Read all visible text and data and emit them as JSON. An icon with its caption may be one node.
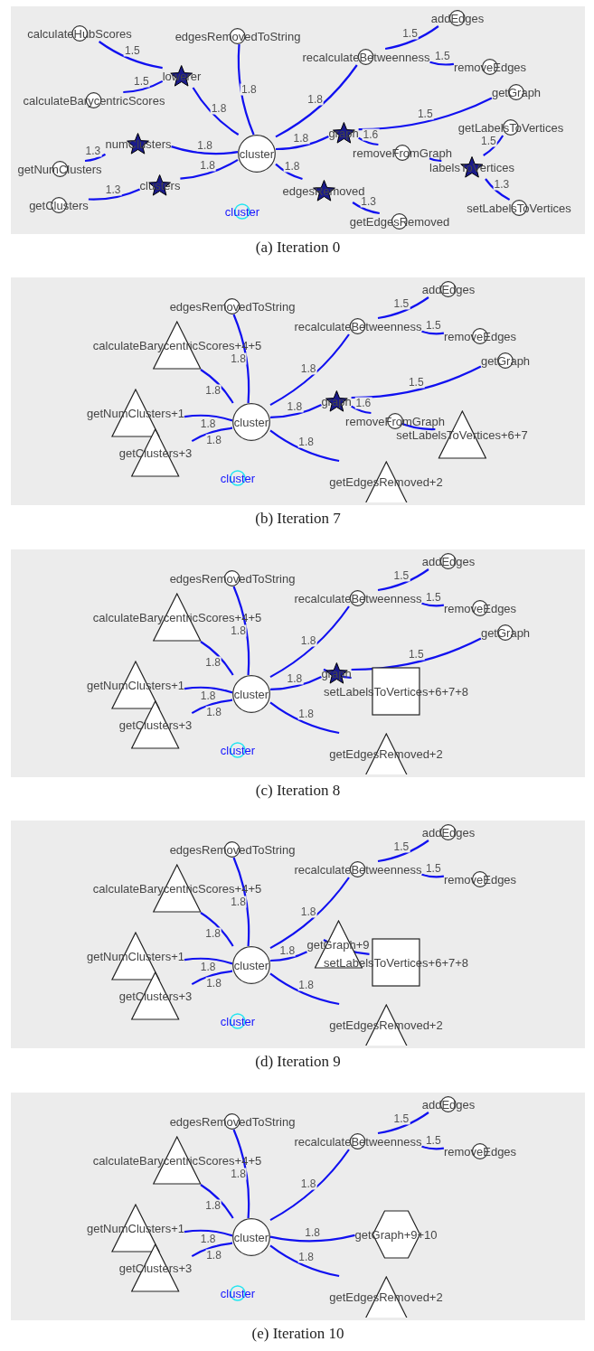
{
  "diagram": {
    "nodes": [
      {
        "text": [],
        "shape": "box",
        "beside": [
          "(a) Iteration 0"
        ]
      },
      {
        "text": [
          "calculateHubScores"
        ],
        "in": 0
      },
      {
        "text": [
          "edgesRemovedToString"
        ],
        "in": 0
      },
      {
        "text": [
          "lowerer"
        ],
        "in": 0
      },
      {
        "text": [
          "calculateBarycentricScores"
        ],
        "in": 0
      },
      {
        "text": [
          "numClusters"
        ],
        "in": 0
      },
      {
        "text": [
          "getNumClusters"
        ],
        "in": 0
      },
      {
        "text": [
          "clusters"
        ],
        "in": 0
      },
      {
        "text": [
          "getClusters"
        ],
        "in": 0
      },
      {
        "text": [
          "cluster"
        ],
        "in": 0
      },
      {
        "text": [
          "cluster"
        ],
        "in": 0
      },
      {
        "text": [
          "addEdges"
        ],
        "in": 0
      },
      {
        "text": [
          "recalculateBetweenness"
        ],
        "in": 0
      },
      {
        "text": [
          "removeEdges"
        ],
        "in": 0
      },
      {
        "text": [
          "getGraph"
        ],
        "in": 0
      },
      {
        "text": [
          "graph"
        ],
        "in": 0
      },
      {
        "text": [
          "getLabelsToVertices"
        ],
        "in": 0
      },
      {
        "text": [
          "removeFromGraph"
        ],
        "in": 0
      },
      {
        "text": [
          "labelsToVertices"
        ],
        "in": 0
      },
      {
        "text": [
          "edgesRemoved"
        ],
        "in": 0
      },
      {
        "text": [
          "setLabelsToVertices"
        ],
        "in": 0
      },
      {
        "text": [
          "getEdgesRemoved"
        ],
        "in": 0
      },
      {
        "text": [],
        "shape": "box",
        "beside": [
          "(b) Iteration 7"
        ]
      },
      {
        "text": [
          "edgesRemovedToString"
        ],
        "in": 22
      },
      {
        "text": [
          "addEdges"
        ],
        "in": 22
      },
      {
        "text": [
          "recalculateBetweenness"
        ],
        "in": 22
      },
      {
        "text": [
          "calculateBarycentricScores+4+5"
        ],
        "in": 22
      },
      {
        "text": [
          "removeEdges"
        ],
        "in": 22
      },
      {
        "text": [
          "getGraph"
        ],
        "in": 22
      },
      {
        "text": [
          "graph"
        ],
        "in": 22
      },
      {
        "text": [
          "getNumClusters+1"
        ],
        "in": 22
      },
      {
        "text": [
          "cluster"
        ],
        "in": 22
      },
      {
        "text": [
          "removeFromGraph"
        ],
        "in": 22
      },
      {
        "text": [
          "setLabelsToVertices+6+7"
        ],
        "in": 22
      },
      {
        "text": [
          "getClusters+3"
        ],
        "in": 22
      },
      {
        "text": [
          "cluster"
        ],
        "in": 22
      },
      {
        "text": [
          "getEdgesRemoved+2"
        ],
        "in": 22
      },
      {
        "text": [],
        "shape": "box",
        "beside": [
          "(c) Iteration 8"
        ]
      },
      {
        "text": [
          "edgesRemovedToString"
        ],
        "in": 37
      },
      {
        "text": [
          "addEdges"
        ],
        "in": 37
      },
      {
        "text": [
          "recalculateBetweenness"
        ],
        "in": 37
      },
      {
        "text": [
          "calculateBarycentricScores+4+5"
        ],
        "in": 37
      },
      {
        "text": [
          "removeEdges"
        ],
        "in": 37
      },
      {
        "text": [
          "getGraph"
        ],
        "in": 37
      },
      {
        "text": [
          "graph"
        ],
        "in": 37
      },
      {
        "text": [
          "getNumClusters+1"
        ],
        "in": 37
      },
      {
        "text": [
          "cluster"
        ],
        "in": 37
      },
      {
        "text": [
          "setLabelsToVertices+6+7+8"
        ],
        "in": 37
      },
      {
        "text": [
          "getClusters+3"
        ],
        "in": 37
      },
      {
        "text": [
          "cluster"
        ],
        "in": 37
      },
      {
        "text": [
          "getEdgesRemoved+2"
        ],
        "in": 37
      },
      {
        "text": [],
        "shape": "box",
        "beside": [
          "(d) Iteration 9"
        ]
      },
      {
        "text": [
          "edgesRemovedToString"
        ],
        "in": 51
      },
      {
        "text": [
          "addEdges"
        ],
        "in": 51
      },
      {
        "text": [
          "recalculateBetweenness"
        ],
        "in": 51
      },
      {
        "text": [
          "calculateBarycentricScores+4+5"
        ],
        "in": 51
      },
      {
        "text": [
          "removeEdges"
        ],
        "in": 51
      },
      {
        "text": [
          "getGraph+9"
        ],
        "in": 51
      },
      {
        "text": [
          "getNumClusters+1"
        ],
        "in": 51
      },
      {
        "text": [
          "cluster"
        ],
        "in": 51
      },
      {
        "text": [
          "setLabelsToVertices+6+7+8"
        ],
        "in": 51
      },
      {
        "text": [
          "getClusters+3"
        ],
        "in": 51
      },
      {
        "text": [
          "cluster"
        ],
        "in": 51
      },
      {
        "text": [
          "getEdgesRemoved+2"
        ],
        "in": 51
      },
      {
        "text": [],
        "shape": "box",
        "beside": [
          "(e) Iteration 10"
        ]
      },
      {
        "text": [
          "edgesRemovedToString"
        ],
        "in": 64
      },
      {
        "text": [
          "addEdges"
        ],
        "in": 64
      },
      {
        "text": [
          "recalculateBetweenness"
        ],
        "in": 64
      },
      {
        "text": [
          "calculateBarycentricScores+4+5"
        ],
        "in": 64
      },
      {
        "text": [
          "removeEdges"
        ],
        "in": 64
      },
      {
        "text": [
          "getGraph+9+10"
        ],
        "in": 64
      },
      {
        "text": [
          "getNumClusters+1"
        ],
        "in": 64
      },
      {
        "text": [
          "cluster"
        ],
        "in": 64
      },
      {
        "text": [
          "getClusters+3"
        ],
        "in": 64
      },
      {
        "text": [
          "cluster"
        ],
        "in": 64
      },
      {
        "text": [
          "getEdgesRemoved+2"
        ],
        "in": 64
      }
    ],
    "edges": [
      {
        "from": 1,
        "to": 3,
        "arrow": "none",
        "label": "1.5"
      },
      {
        "from": 4,
        "to": 3,
        "arrow": "none",
        "label": "1.5"
      },
      {
        "from": 3,
        "to": 9,
        "arrow": "none",
        "label": "1.8"
      },
      {
        "from": 2,
        "to": 9,
        "arrow": "none",
        "label": "1.8"
      },
      {
        "from": 5,
        "to": 9,
        "arrow": "none",
        "label": "1.8"
      },
      {
        "from": 6,
        "to": 5,
        "arrow": "none",
        "label": "1.3"
      },
      {
        "from": 7,
        "to": 9,
        "arrow": "none",
        "label": "1.8"
      },
      {
        "from": 8,
        "to": 7,
        "arrow": "none",
        "label": "1.3"
      },
      {
        "from": 9,
        "to": 12,
        "arrow": "none",
        "label": "1.8"
      },
      {
        "from": 12,
        "to": 11,
        "arrow": "none",
        "label": "1.5"
      },
      {
        "from": 12,
        "to": 13,
        "arrow": "none",
        "label": "1.5"
      },
      {
        "from": 9,
        "to": 15,
        "arrow": "none",
        "label": "1.8"
      },
      {
        "from": 15,
        "to": 14,
        "arrow": "none",
        "label": "1.5"
      },
      {
        "from": 15,
        "to": 17,
        "arrow": "none",
        "label": "1.6"
      },
      {
        "from": 17,
        "to": 18,
        "arrow": "none"
      },
      {
        "from": 18,
        "to": 16,
        "arrow": "none",
        "label": "1.5"
      },
      {
        "from": 18,
        "to": 20,
        "arrow": "none",
        "label": "1.3"
      },
      {
        "from": 9,
        "to": 19,
        "arrow": "none",
        "label": "1.8"
      },
      {
        "from": 19,
        "to": 21,
        "arrow": "none",
        "label": "1.3"
      },
      {
        "from": 31,
        "to": 23,
        "arrow": "none",
        "label": "1.8"
      },
      {
        "from": 31,
        "to": 26,
        "arrow": "none",
        "label": "1.8"
      },
      {
        "from": 31,
        "to": 30,
        "arrow": "none",
        "label": "1.8"
      },
      {
        "from": 31,
        "to": 34,
        "arrow": "none",
        "label": "1.8"
      },
      {
        "from": 31,
        "to": 25,
        "arrow": "none",
        "label": "1.8"
      },
      {
        "from": 25,
        "to": 24,
        "arrow": "none",
        "label": "1.5"
      },
      {
        "from": 25,
        "to": 27,
        "arrow": "none",
        "label": "1.5"
      },
      {
        "from": 31,
        "to": 29,
        "arrow": "none",
        "label": "1.8"
      },
      {
        "from": 29,
        "to": 28,
        "arrow": "none",
        "label": "1.5"
      },
      {
        "from": 29,
        "to": 32,
        "arrow": "none",
        "label": "1.6"
      },
      {
        "from": 32,
        "to": 33,
        "arrow": "none"
      },
      {
        "from": 31,
        "to": 36,
        "arrow": "none",
        "label": "1.8"
      },
      {
        "from": 46,
        "to": 38,
        "arrow": "none",
        "label": "1.8"
      },
      {
        "from": 46,
        "to": 41,
        "arrow": "none",
        "label": "1.8"
      },
      {
        "from": 46,
        "to": 45,
        "arrow": "none",
        "label": "1.8"
      },
      {
        "from": 46,
        "to": 48,
        "arrow": "none",
        "label": "1.8"
      },
      {
        "from": 46,
        "to": 40,
        "arrow": "none",
        "label": "1.8"
      },
      {
        "from": 40,
        "to": 39,
        "arrow": "none",
        "label": "1.5"
      },
      {
        "from": 40,
        "to": 42,
        "arrow": "none",
        "label": "1.5"
      },
      {
        "from": 46,
        "to": 44,
        "arrow": "none",
        "label": "1.8"
      },
      {
        "from": 44,
        "to": 43,
        "arrow": "none",
        "label": "1.5"
      },
      {
        "from": 44,
        "to": 47,
        "arrow": "none"
      },
      {
        "from": 46,
        "to": 50,
        "arrow": "none",
        "label": "1.8"
      },
      {
        "from": 59,
        "to": 52,
        "arrow": "none",
        "label": "1.8"
      },
      {
        "from": 59,
        "to": 55,
        "arrow": "none",
        "label": "1.8"
      },
      {
        "from": 59,
        "to": 58,
        "arrow": "none",
        "label": "1.8"
      },
      {
        "from": 59,
        "to": 61,
        "arrow": "none",
        "label": "1.8"
      },
      {
        "from": 59,
        "to": 54,
        "arrow": "none",
        "label": "1.8"
      },
      {
        "from": 54,
        "to": 53,
        "arrow": "none",
        "label": "1.5"
      },
      {
        "from": 54,
        "to": 56,
        "arrow": "none",
        "label": "1.5"
      },
      {
        "from": 59,
        "to": 57,
        "arrow": "none",
        "label": "1.8"
      },
      {
        "from": 57,
        "to": 60,
        "arrow": "none"
      },
      {
        "from": 59,
        "to": 63,
        "arrow": "none",
        "label": "1.8"
      },
      {
        "from": 72,
        "to": 65,
        "arrow": "none",
        "label": "1.8"
      },
      {
        "from": 72,
        "to": 68,
        "arrow": "none",
        "label": "1.8"
      },
      {
        "from": 72,
        "to": 71,
        "arrow": "none",
        "label": "1.8"
      },
      {
        "from": 72,
        "to": 73,
        "arrow": "none",
        "label": "1.8"
      },
      {
        "from": 72,
        "to": 67,
        "arrow": "none",
        "label": "1.8"
      },
      {
        "from": 67,
        "to": 66,
        "arrow": "none",
        "label": "1.5"
      },
      {
        "from": 67,
        "to": 69,
        "arrow": "none",
        "label": "1.5"
      },
      {
        "from": 72,
        "to": 70,
        "arrow": "none",
        "label": "1.8"
      },
      {
        "from": 72,
        "to": 75,
        "arrow": "none",
        "label": "1.8"
      }
    ]
  }
}
